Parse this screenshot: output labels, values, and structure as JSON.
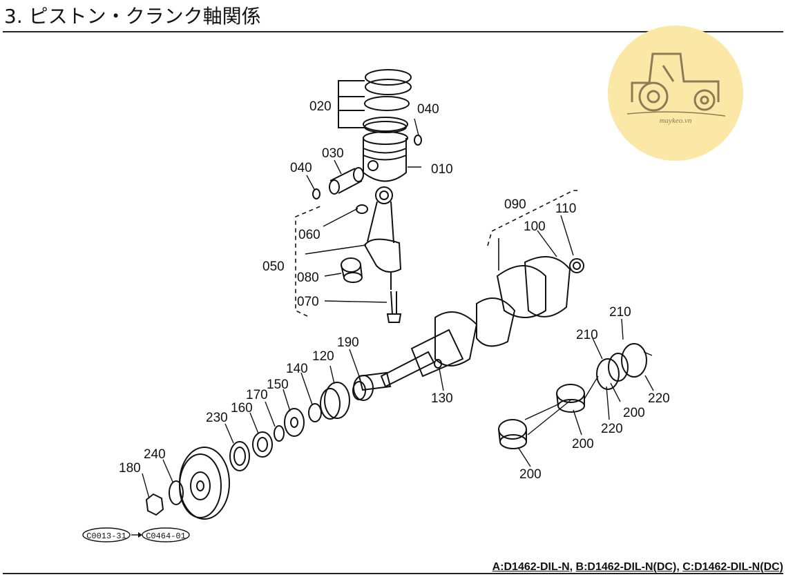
{
  "header": {
    "title": "3. ピストン・クランク軸関係"
  },
  "footer": {
    "models": [
      "A:D1462-DIL-N,",
      "B:D1462-DIL-N(DC),",
      "C:D1462-DIL-N(DC)"
    ]
  },
  "watermark": {
    "text": "maykeo.vn",
    "bg_color": "#fbe8a6",
    "fg_color": "#8a7a55"
  },
  "parts": [
    {
      "id": "p010",
      "label": "010"
    },
    {
      "id": "p020",
      "label": "020"
    },
    {
      "id": "p030",
      "label": "030"
    },
    {
      "id": "p040a",
      "label": "040"
    },
    {
      "id": "p040b",
      "label": "040"
    },
    {
      "id": "p050",
      "label": "050"
    },
    {
      "id": "p060",
      "label": "060"
    },
    {
      "id": "p070",
      "label": "070"
    },
    {
      "id": "p080",
      "label": "080"
    },
    {
      "id": "p090",
      "label": "090"
    },
    {
      "id": "p100",
      "label": "100"
    },
    {
      "id": "p110",
      "label": "110"
    },
    {
      "id": "p120",
      "label": "120"
    },
    {
      "id": "p130",
      "label": "130"
    },
    {
      "id": "p140",
      "label": "140"
    },
    {
      "id": "p150",
      "label": "150"
    },
    {
      "id": "p160",
      "label": "160"
    },
    {
      "id": "p170",
      "label": "170"
    },
    {
      "id": "p180",
      "label": "180"
    },
    {
      "id": "p190",
      "label": "190"
    },
    {
      "id": "p200a",
      "label": "200"
    },
    {
      "id": "p200b",
      "label": "200"
    },
    {
      "id": "p200c",
      "label": "200"
    },
    {
      "id": "p210a",
      "label": "210"
    },
    {
      "id": "p210b",
      "label": "210"
    },
    {
      "id": "p220a",
      "label": "220"
    },
    {
      "id": "p220b",
      "label": "220"
    },
    {
      "id": "p230",
      "label": "230"
    },
    {
      "id": "p240",
      "label": "240"
    }
  ],
  "references": [
    "C0013-31",
    "C0464-01"
  ]
}
